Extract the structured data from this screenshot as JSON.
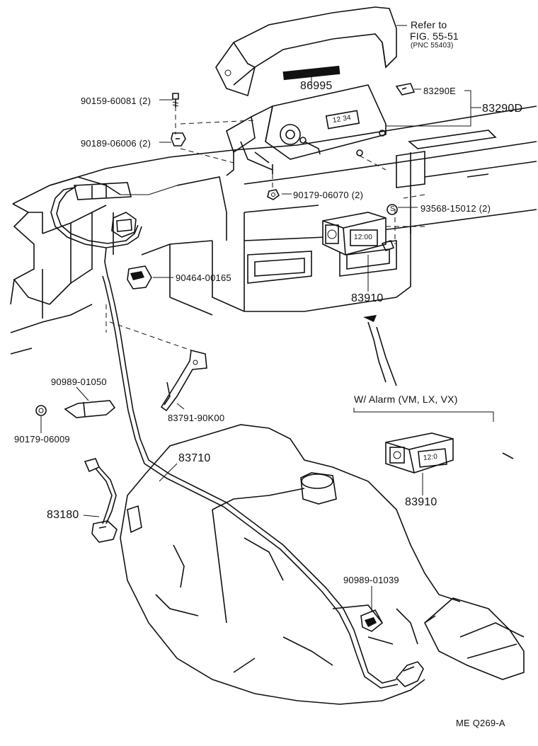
{
  "labels": {
    "refer": [
      "Refer to",
      "FIG. 55-51",
      "(PNC 55403)"
    ],
    "p86995": "86995",
    "p83290E": "83290E",
    "p83290D": "83290D",
    "p90159": "90159-60081 (2)",
    "p90189": "90189-06006 (2)",
    "p90179a": "90179-06070 (2)",
    "p93568": "93568-15012 (2)",
    "p90464": "90464-00165",
    "p83910a": "83910",
    "p90989a": "90989-01050",
    "p90179b": "90179-06009",
    "p83791": "83791-90K00",
    "p83710": "83710",
    "p83180": "83180",
    "alarm": "W/ Alarm (VM, LX, VX)",
    "p83910b": "83910",
    "p90989b": "90989-01039",
    "footer": "ME  Q269-A"
  },
  "clock_display": [
    "12 34",
    "12:00",
    "12:0"
  ]
}
